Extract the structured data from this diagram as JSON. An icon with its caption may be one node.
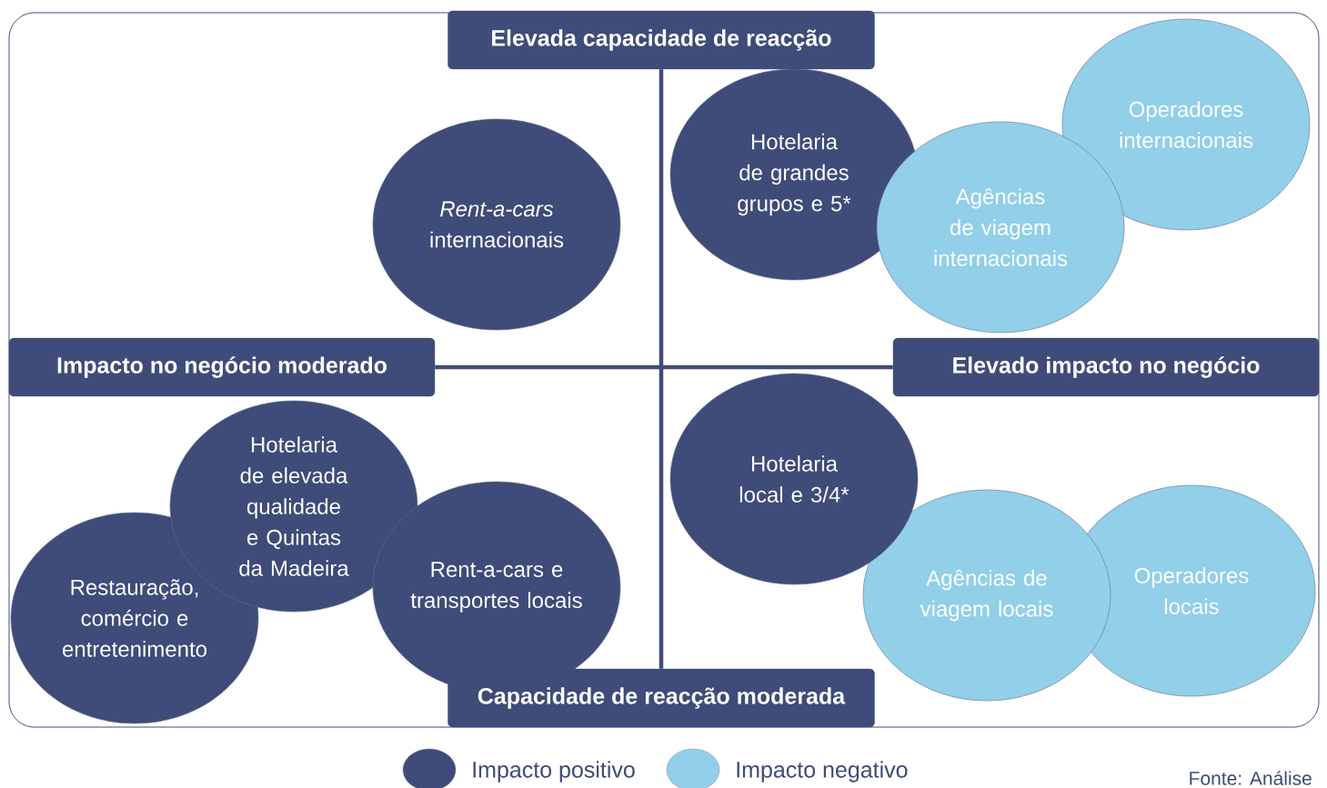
{
  "diagram": {
    "nodes": [
      {
        "text": [
          "Elevada capacidade de reacção"
        ]
      },
      {
        "text": [
          "*Rent-a-cars* internacionais"
        ]
      },
      {
        "text": [
          "Hotelaria de grandes grupos e 5*"
        ]
      },
      {
        "text": [
          "Agências de viagem internacionais"
        ]
      },
      {
        "text": [
          "Operadores internacionais"
        ]
      },
      {
        "text": [
          "Impacto no negócio moderado"
        ]
      },
      {
        "text": [
          "Elevado impacto no negócio"
        ]
      },
      {
        "text": [
          "Hotelaria de elevada qualidade e Quintas da Madeira"
        ]
      },
      {
        "text": [
          "Restauração, comércio e entretenimento"
        ]
      },
      {
        "text": [
          "Rent-a-cars e transportes locais"
        ]
      },
      {
        "text": [
          "Hotelaria local e 3/4*"
        ]
      },
      {
        "text": [
          "Agências de viagem locais"
        ]
      },
      {
        "text": [
          "Operadores locais"
        ]
      },
      {
        "text": [
          "Capacidade de reacção moderada"
        ]
      }
    ],
    "edges": [
      {
        "from": 0,
        "to": 13,
        "arrow": "none"
      },
      {
        "from": 5,
        "to": 6,
        "arrow": "none"
      }
    ],
    "labels": [
      "Fonte: Análise"
    ],
    "legend": [
      {
        "text": "Impacto positivo",
        "color": "#3f4b78"
      },
      {
        "text": "Impacto negativo",
        "color": "#92cfe8"
      }
    ]
  }
}
